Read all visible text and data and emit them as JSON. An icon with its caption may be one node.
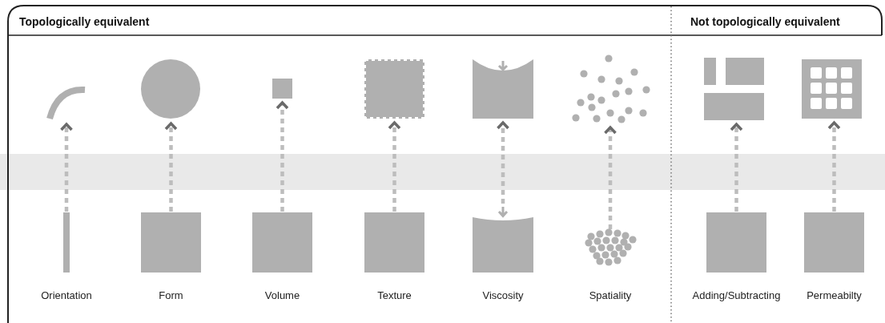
{
  "diagram": {
    "nodes": [
      {
        "text": [],
        "shape": "arc"
      },
      {
        "text": [],
        "shape": "circle"
      },
      {
        "text": [],
        "shape": "box"
      },
      {
        "text": [],
        "shape": "box"
      },
      {
        "text": [],
        "shape": "box"
      },
      {
        "text": [],
        "shape": "dots"
      },
      {
        "text": [],
        "shape": "picture"
      },
      {
        "text": [],
        "shape": "picture"
      },
      {
        "text": [],
        "shape": "bar",
        "beside": [
          "Orientation"
        ]
      },
      {
        "text": [],
        "shape": "box",
        "beside": [
          "Form"
        ]
      },
      {
        "text": [],
        "shape": "box",
        "beside": [
          "Volume"
        ]
      },
      {
        "text": [],
        "shape": "box",
        "beside": [
          "Texture"
        ]
      },
      {
        "text": [],
        "shape": "box",
        "beside": [
          "Viscosity"
        ]
      },
      {
        "text": [],
        "shape": "dots",
        "beside": [
          "Spatiality"
        ]
      },
      {
        "text": [],
        "shape": "box",
        "beside": [
          "Adding/Subtracting"
        ]
      },
      {
        "text": [],
        "shape": "box",
        "beside": [
          "Permeabilty"
        ]
      }
    ],
    "edges": [
      {
        "from": 8,
        "to": 0,
        "arrow": "to",
        "style": "dashed"
      },
      {
        "from": 9,
        "to": 1,
        "arrow": "to",
        "style": "dashed"
      },
      {
        "from": 10,
        "to": 2,
        "arrow": "to",
        "style": "dashed"
      },
      {
        "from": 11,
        "to": 3,
        "arrow": "to",
        "style": "dashed"
      },
      {
        "from": 12,
        "to": 4,
        "arrow": "to",
        "style": "dashed"
      },
      {
        "from": 13,
        "to": 5,
        "arrow": "to",
        "style": "dashed"
      },
      {
        "from": 14,
        "to": 6,
        "arrow": "to",
        "style": "dashed"
      },
      {
        "from": 15,
        "to": 7,
        "arrow": "to",
        "style": "dashed"
      }
    ],
    "labels": [
      "Topologically equivalent",
      "Not topologically equivalent"
    ]
  }
}
